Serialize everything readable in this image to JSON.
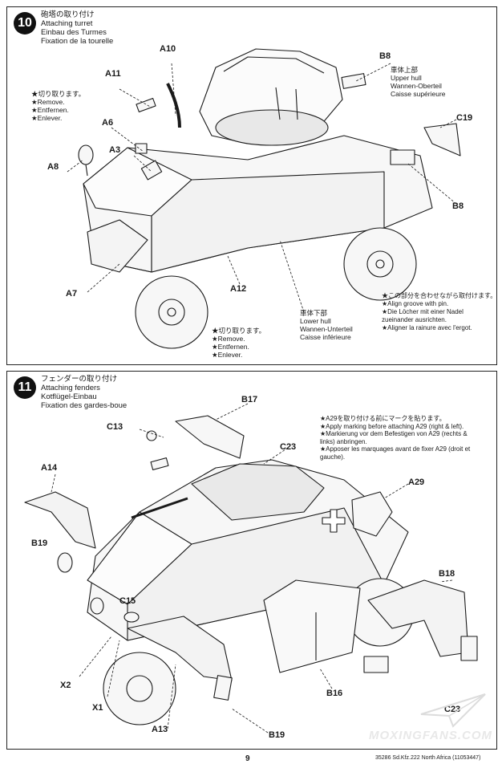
{
  "step10": {
    "number": "10",
    "title_lines": [
      "砲塔の取り付け",
      "Attaching turret",
      "Einbau des Turmes",
      "Fixation de la tourelle"
    ],
    "part_labels": {
      "a10": "A10",
      "a11": "A11",
      "a6": "A6",
      "a3": "A3",
      "a8": "A8",
      "a7": "A7",
      "a12": "A12",
      "b8_top": "B8",
      "b8_right": "B8",
      "c19": "C19"
    },
    "upper_hull_lines": [
      "車体上部",
      "Upper hull",
      "Wannen-Oberteil",
      "Caisse supérieure"
    ],
    "lower_hull_lines": [
      "車体下部",
      "Lower hull",
      "Wannen-Unterteil",
      "Caisse inférieure"
    ],
    "remove_top_lines": [
      "★切り取ります。",
      "★Remove.",
      "★Entfernen.",
      "★Enlever."
    ],
    "remove_bottom_lines": [
      "★切り取ります。",
      "★Remove.",
      "★Entfernen.",
      "★Enlever."
    ],
    "align_lines": [
      "★この部分を合わせながら取付けます。",
      "★Align groove with pin.",
      "★Die Löcher mit einer Nadel",
      "zueinander ausrichten.",
      "★Aligner la rainure avec l'ergot."
    ]
  },
  "step11": {
    "number": "11",
    "title_lines": [
      "フェンダーの取り付け",
      "Attaching fenders",
      "Kotflügel-Einbau",
      "Fixation des gardes-boue"
    ],
    "part_labels": {
      "b17": "B17",
      "c13": "C13",
      "c23_top": "C23",
      "a14": "A14",
      "b19_left": "B19",
      "a29": "A29",
      "b18": "B18",
      "c15": "C15",
      "x2": "X2",
      "x1": "X1",
      "a13": "A13",
      "b16": "B16",
      "b19_bottom": "B19",
      "c23_bottom": "C23"
    },
    "marking_lines": [
      "★A29を取り付ける前にマークを貼ります。",
      "★Apply marking before attaching A29 (right & left).",
      "★Markierung vor dem Befestigen von A29 (rechts &",
      "links) anbringen.",
      "★Apposer les marquages avant de fixer A29 (droit et",
      "gauche)."
    ]
  },
  "footer": {
    "page_number": "9",
    "kit_code": "35286 Sd.Kfz.222 North Africa (11053447)"
  },
  "watermark": "MOXINGFANS.COM",
  "colors": {
    "ink": "#1a1a1a",
    "hull_fill": "#f7f7f7",
    "watermark": "#e8e8e8"
  }
}
